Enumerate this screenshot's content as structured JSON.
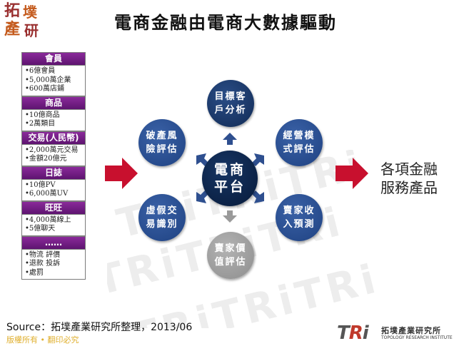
{
  "logo": {
    "char1": "拓",
    "char2": "墣",
    "char3": "產",
    "char4": "研"
  },
  "title": "電商金融由電商大數據驅動",
  "sections": [
    {
      "head": "會員",
      "items": [
        "6億會員",
        "5,000萬企業",
        "600萬店鋪"
      ]
    },
    {
      "head": "商品",
      "items": [
        "10億商品",
        "2萬類目"
      ]
    },
    {
      "head": "交易(人民幣)",
      "items": [
        "2,000萬元交易",
        "金額20億元"
      ]
    },
    {
      "head": "日誌",
      "items": [
        "10億PV",
        "6,000萬UV"
      ]
    },
    {
      "head": "旺旺",
      "items": [
        "4,000萬線上",
        "5億聊天"
      ]
    },
    {
      "head": "……",
      "items": [
        "物流 評價",
        "退款 投訴",
        "處罰"
      ]
    }
  ],
  "hub": {
    "center": [
      "電商",
      "平台"
    ],
    "top": [
      "目標客",
      "戶分析"
    ],
    "upper_right": [
      "經營模",
      "式評估"
    ],
    "lower_right": [
      "賣家收",
      "入預測"
    ],
    "bottom": [
      "賣家價",
      "值評估"
    ],
    "lower_left": [
      "虛假交",
      "易識別"
    ],
    "upper_left": [
      "破產風",
      "險評估"
    ]
  },
  "output_label": [
    "各項金融",
    "服務產品"
  ],
  "source": "Source：拓墣產業研究所整理，2013/06",
  "copyright": "版權所有 • 翻印必究",
  "brand": {
    "mark_t": "T",
    "mark_r": "R",
    "mark_i": "i",
    "cn": "拓墣產業研究所",
    "en": "TOPOLOGY RESEARCH INSTITUTE"
  },
  "colors": {
    "section_head": "#6a1b7f",
    "circle_dark": "#112b55",
    "circle_mid": "#1f4282",
    "circle_gray": "#9a9a9a",
    "arrow_red": "#c8102e",
    "connector_blue": "#2e4f8f"
  }
}
